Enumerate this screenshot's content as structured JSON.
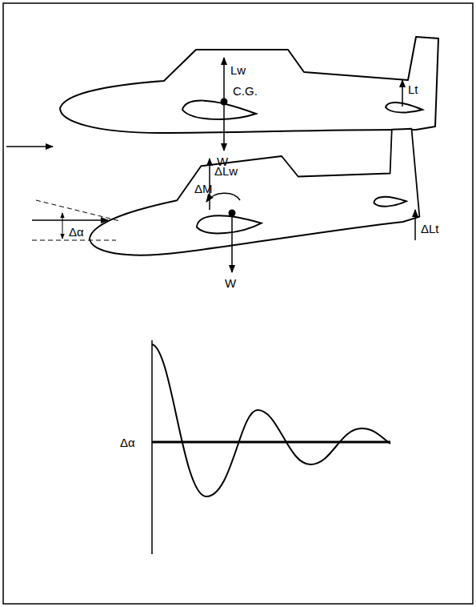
{
  "diagram": {
    "labels": [
      "Lw",
      "C.G.",
      "W",
      "Lt",
      "ΔLw",
      "ΔM",
      "W",
      "ΔLt",
      "Δα",
      "Δα"
    ]
  }
}
